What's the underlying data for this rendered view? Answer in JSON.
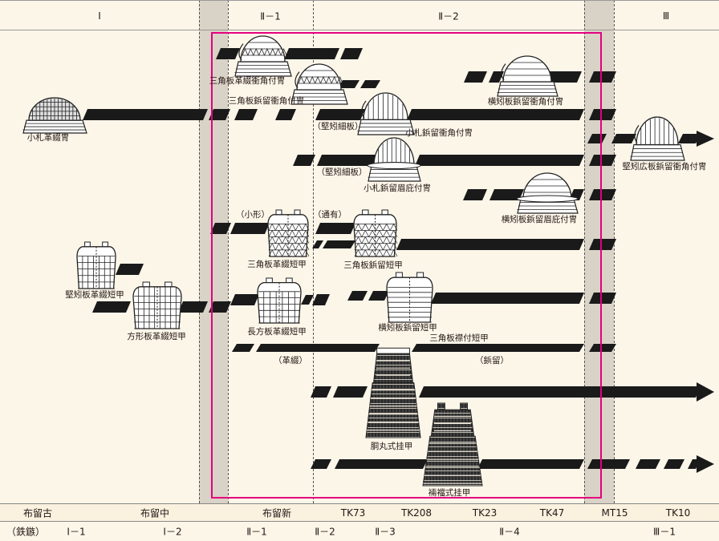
{
  "periods": [
    "Ⅰ",
    "Ⅱ－1",
    "Ⅱ－2",
    "Ⅲ"
  ],
  "pottery_phases": [
    "布留古",
    "布留中",
    "布留新",
    "TK73",
    "TK208",
    "TK23",
    "TK47",
    "MT15",
    "TK10"
  ],
  "arrowhead": {
    "label": "（鉄鏃）",
    "phases": [
      "Ⅰ－1",
      "Ⅰ－2",
      "Ⅱ－1",
      "Ⅱ－2",
      "Ⅱ－3",
      "Ⅱ－4",
      "Ⅲ－1"
    ]
  },
  "helmets": [
    {
      "name": "三角板革綴衝角付冑"
    },
    {
      "name": "三角板鋲留衝角付冑"
    },
    {
      "name": "横矧板鋲留衝角付冑"
    },
    {
      "name": "小札革綴冑"
    },
    {
      "name": "小札鋲留衝角付冑",
      "note": "（堅矧細板）"
    },
    {
      "name": "堅矧広板鋲留衝角付冑"
    },
    {
      "name": "小札鋲留眉庇付冑",
      "note": "（堅矧細板）"
    },
    {
      "name": "横矧板鋲留眉庇付冑"
    }
  ],
  "cuirasses": [
    {
      "name": "三角板革綴短甲",
      "note": "（小形）"
    },
    {
      "name": "三角板鋲留短甲",
      "note": "（通有）"
    },
    {
      "name": "堅矧板革綴短甲"
    },
    {
      "name": "方形板革綴短甲"
    },
    {
      "name": "長方板革綴短甲"
    },
    {
      "name": "横矧板鋲留短甲"
    },
    {
      "name": "三角板襟付短甲",
      "notes": [
        "（革綴）",
        "（鋲留）"
      ]
    }
  ],
  "lamellar_armor": [
    {
      "name": "胴丸式挂甲"
    },
    {
      "name": "裲襠式挂甲"
    }
  ],
  "colors": {
    "background": "#fcf6e9",
    "period_band": "#d9d2c6",
    "bar": "#1a1a1a",
    "highlight_frame": "#e4007f"
  }
}
